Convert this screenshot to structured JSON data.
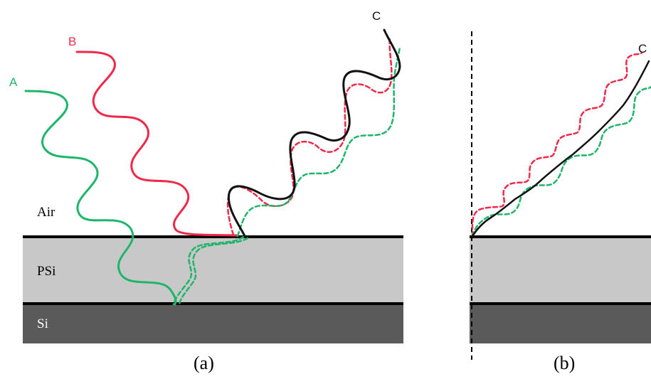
{
  "colors": {
    "green": "#1fb56a",
    "red": "#f0294a",
    "black": "#111111",
    "psi_fill": "#c8c8c8",
    "si_fill": "#5a5a5a"
  },
  "panel_a": {
    "caption": "(a)",
    "layers": {
      "air": "Air",
      "psi": "PSi",
      "si": "Si"
    },
    "rays": {
      "a": "A",
      "b": "B",
      "c": "C"
    }
  },
  "panel_b": {
    "caption": "(b)",
    "rays": {
      "c": "C"
    }
  }
}
